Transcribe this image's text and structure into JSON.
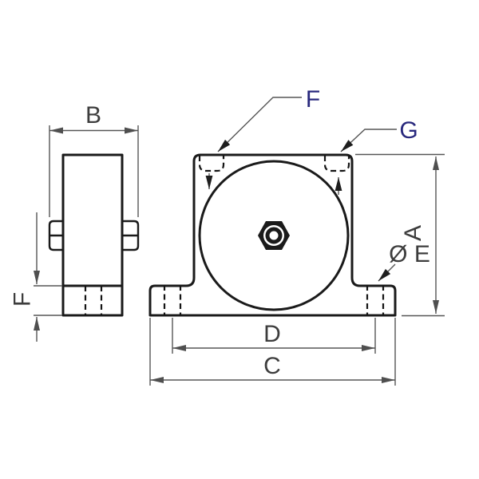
{
  "colors": {
    "background": "#ffffff",
    "outline": "#1a1a1a",
    "dimension_lines": "#565656",
    "dimension_labels": "#3d3d3d",
    "callout_labels": "#28287d"
  },
  "side_view": {
    "width_label": "B",
    "foot_height_label": "F"
  },
  "front_view": {
    "height_label": "A",
    "mount_hole_spacing_label": "D",
    "base_width_label": "C",
    "mount_hole_diameter_label": "Ø E",
    "top_slot_callout_left": "F",
    "top_slot_callout_right": "G"
  }
}
